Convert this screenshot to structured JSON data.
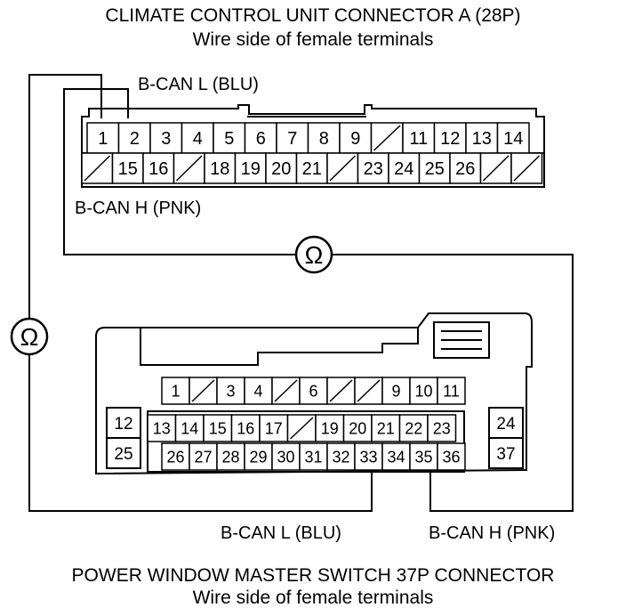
{
  "top_connector": {
    "title": "CLIMATE CONTROL UNIT CONNECTOR A (28P)",
    "subtitle": "Wire side of female terminals",
    "row1": [
      "1",
      "2",
      "3",
      "4",
      "5",
      "6",
      "7",
      "8",
      "9",
      "",
      "11",
      "12",
      "13",
      "14"
    ],
    "row2": [
      "",
      "15",
      "16",
      "",
      "18",
      "19",
      "20",
      "21",
      "",
      "23",
      "24",
      "25",
      "26",
      "",
      ""
    ],
    "label_blu": "B-CAN L (BLU)",
    "label_pnk": "B-CAN H (PNK)"
  },
  "bottom_connector": {
    "title": "POWER WINDOW MASTER SWITCH 37P CONNECTOR",
    "subtitle": "Wire side of female terminals",
    "row1": [
      "1",
      "",
      "3",
      "4",
      "",
      "6",
      "",
      "",
      "9",
      "10",
      "11"
    ],
    "row2": [
      "13",
      "14",
      "15",
      "16",
      "17",
      "",
      "19",
      "20",
      "21",
      "22",
      "23"
    ],
    "row3": [
      "26",
      "27",
      "28",
      "29",
      "30",
      "31",
      "32",
      "33",
      "34",
      "35",
      "36"
    ],
    "left_pins": [
      "12",
      "25"
    ],
    "right_pins": [
      "24",
      "37"
    ],
    "label_blu": "B-CAN L (BLU)",
    "label_pnk": "B-CAN H (PNK)"
  },
  "meters": [
    "Ω",
    "Ω"
  ]
}
